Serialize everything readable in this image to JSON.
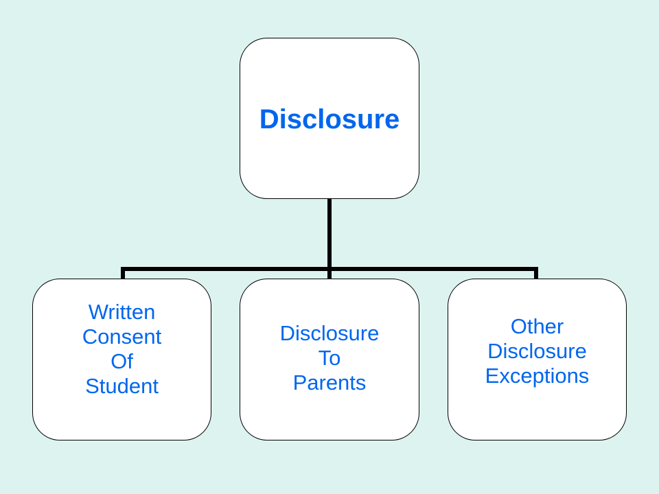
{
  "colors": {
    "background": "#ddf3ef",
    "text": "#0066ee",
    "node_fill": "#ffffff",
    "connector": "#000000"
  },
  "diagram": {
    "root": {
      "label": "Disclosure"
    },
    "children": [
      {
        "label": "Written\nConsent\nOf\n Student"
      },
      {
        "label": "Disclosure\nTo\nParents"
      },
      {
        "label": "Other\nDisclosure\nExceptions"
      }
    ]
  }
}
